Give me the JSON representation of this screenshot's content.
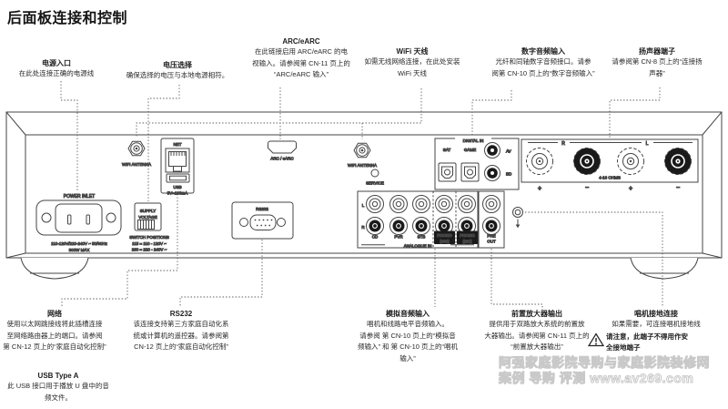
{
  "page": {
    "title": "后面板连接和控制"
  },
  "annotations": {
    "top": [
      {
        "id": "power-inlet",
        "title": "电源入口",
        "lines": [
          "在此处连接正确的电源线"
        ]
      },
      {
        "id": "voltage-select",
        "title": "电压选择",
        "lines": [
          "确保选择的电压与本地电源相符。"
        ]
      },
      {
        "id": "arc-earc",
        "title": "ARC/eARC",
        "lines": [
          "在此链接启用 ARC/eARC 的电",
          "视输入。请参阅第 CN-11 页上的",
          "“ARC/eARC 输入”"
        ]
      },
      {
        "id": "wifi-antenna",
        "title": "WiFi 天线",
        "lines": [
          "如需无线网络连接，在此处安装",
          "WiFi 天线"
        ]
      },
      {
        "id": "digital-audio-in",
        "title": "数字音频输入",
        "lines": [
          "光纤和同轴数字音频接口。请参",
          "阅第 CN-10 页上的“数字音频输入”"
        ]
      },
      {
        "id": "speaker-terminals",
        "title": "扬声器端子",
        "lines": [
          "请参阅第 CN-8 页上的“连接扬",
          "声器”"
        ]
      }
    ],
    "bottom": [
      {
        "id": "network",
        "title": "网络",
        "lines": [
          "使用以太网跳接线将此插槽连接",
          "至网络路由器上的端口。请参阅",
          "第 CN-12 页上的“家庭自动化控制”"
        ]
      },
      {
        "id": "rs232",
        "title": "RS232",
        "lines": [
          "该连接支持第三方家庭自动化系",
          "统或计算机的遥控器。请参阅第",
          "CN-12 页上的“家庭自动化控制”"
        ]
      },
      {
        "id": "usb-type-a",
        "title": "USB Type A",
        "lines": [
          "此 USB 接口用于播放 U 盘中的音",
          "频文件。"
        ]
      },
      {
        "id": "analog-audio-in",
        "title": "模拟音频输入",
        "lines": [
          "唱机和线路电平音频输入。",
          "请参阅 第 CN-10 页上的“模拟音",
          "频输入” 和 第 CN-10 页上的“唱机",
          "输入”"
        ]
      },
      {
        "id": "preamp-out",
        "title": "前置放大器输出",
        "lines": [
          "提供用于双路放大系统的前置放",
          "大器输出。请参阅第 CN-11 页上的",
          "“前置放大器输出”"
        ]
      },
      {
        "id": "phono-ground",
        "title": "唱机接地连接",
        "lines": [
          "如果需要，可连接唱机接地线"
        ],
        "warning": [
          "请注意，此端子不得用作安",
          "全接地端子"
        ]
      }
    ]
  },
  "device": {
    "wifi_antenna_1": "WIFI ANTENNA",
    "wifi_antenna_2": "WIFI ANTENNA",
    "power_inlet": "POWER INLET",
    "power_rating": [
      "110-120V/220-240V ~ 50/60Hz",
      "300W MAX"
    ],
    "voltage_switch": [
      "SUPPLY",
      "VOLTAGE"
    ],
    "switch_positions": [
      "SWITCH POSITIONS",
      "115 = 110 - 120V ~",
      "230 = 220 - 240V ~"
    ],
    "net": "NET",
    "usb": "USB",
    "usb_rating": "5V=100mA",
    "hdmi": "ARC / eARC",
    "service": "SERVICE",
    "rs232": "RS232",
    "analogue_in": "ANALOGUE IN",
    "row_l": "L",
    "row_r": "R",
    "inputs": [
      "CD",
      "PVR",
      "STB"
    ],
    "phono_mm": [
      "PHONO",
      "(MM)"
    ],
    "phono_mc": [
      "PHONO",
      "(MC)"
    ],
    "pre_out": [
      "PRE",
      "OUT"
    ],
    "digital_in": "DIGITAL IN",
    "sat": "SAT",
    "game": "GAME",
    "av": "AV",
    "bd": "BD",
    "spk_r": "R",
    "spk_l": "L",
    "ohms": "4-16 OHMS",
    "plus": "+",
    "minus": "−"
  },
  "watermark": {
    "line1": "阿强家庭影院导购与家庭影院装修网",
    "line2": "案例 导购 评测 www.av269.com"
  },
  "colors": {
    "line": "#454545",
    "fill_dark": "#1a1a1a",
    "background": "#ffffff",
    "watermark": "#c9c9c9"
  }
}
